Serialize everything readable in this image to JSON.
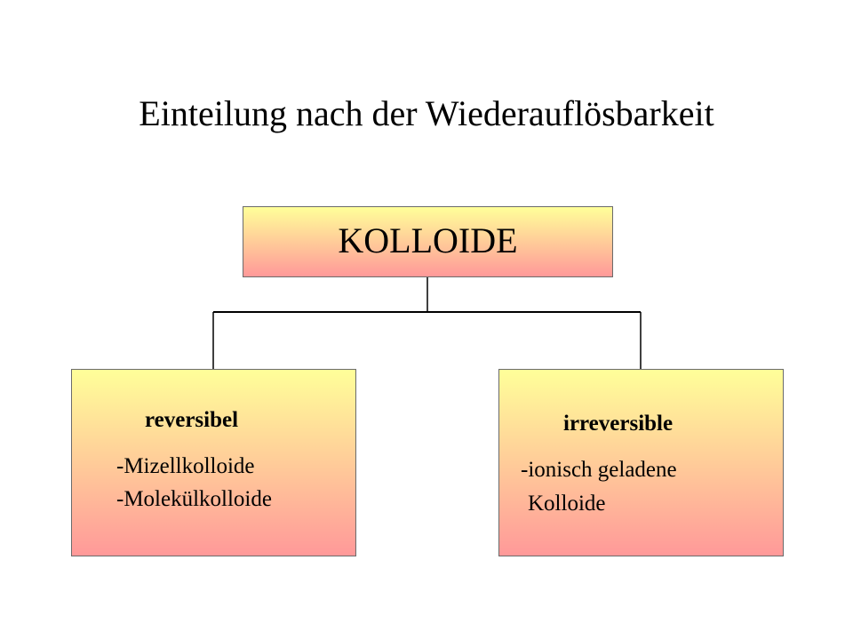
{
  "title": "Einteilung nach der Wiederauflösbarkeit",
  "colors": {
    "box_gradient_top": "#ffff99",
    "box_gradient_bottom": "#ff9999",
    "box_border": "#6b6b6b",
    "line": "#000000",
    "background": "#ffffff"
  },
  "root": {
    "label": "KOLLOIDE"
  },
  "children": [
    {
      "heading": "reversibel",
      "items": [
        "-Mizellkolloide",
        "-Molekülkolloide"
      ]
    },
    {
      "heading": "irreversible",
      "items": [
        "-ionisch geladene",
        "Kolloide"
      ]
    }
  ]
}
